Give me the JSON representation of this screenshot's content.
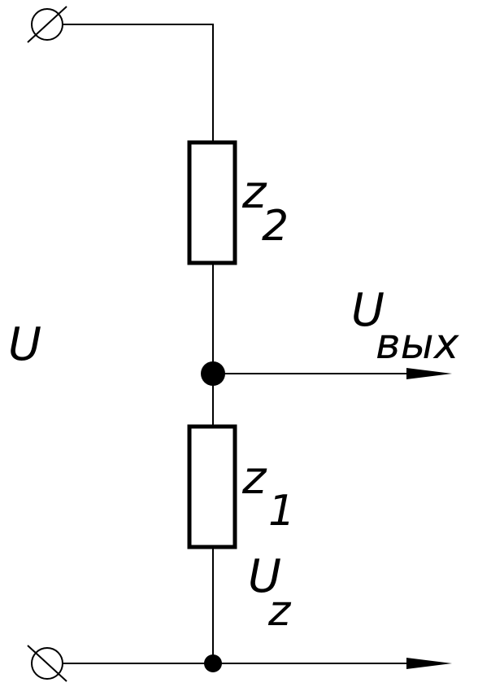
{
  "labels": {
    "z2_main": "z",
    "z2_sub": "2",
    "z1_main": "z",
    "z1_sub": "1",
    "u_input": "U",
    "uout_main": "U",
    "uout_sub": "вых",
    "uz_main": "U",
    "uz_sub": "z"
  }
}
